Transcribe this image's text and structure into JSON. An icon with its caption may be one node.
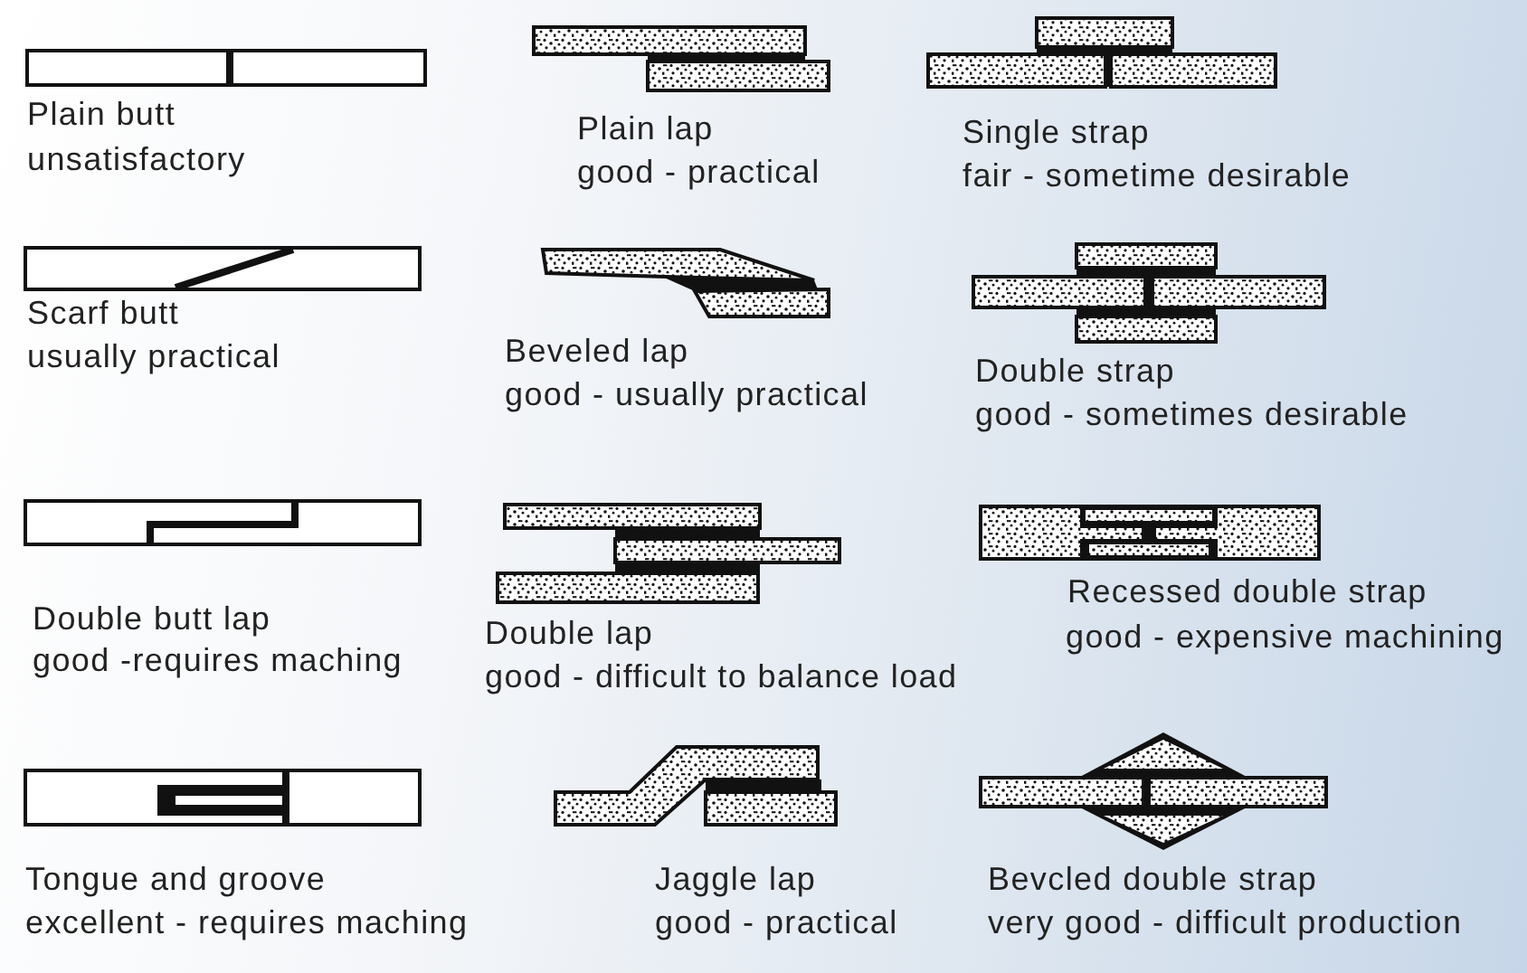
{
  "diagram": {
    "labels": [
      "Plain butt",
      "unsatisfactory",
      "Plain lap",
      "good - practical",
      "Single strap",
      "fair - sometime desirable",
      "Scarf butt",
      "usually practical",
      "Beveled lap",
      "good - usually practical",
      "Double strap",
      "good - sometimes desirable",
      "Double butt lap",
      "good -requires maching",
      "Double lap",
      "good - difficult to balance load",
      "Recessed double strap",
      "good - expensive machining",
      "Tongue and groove",
      "excellent - requires maching",
      "Jaggle lap",
      "good - practical",
      "Bevcled double strap",
      "very good - difficult production"
    ]
  }
}
